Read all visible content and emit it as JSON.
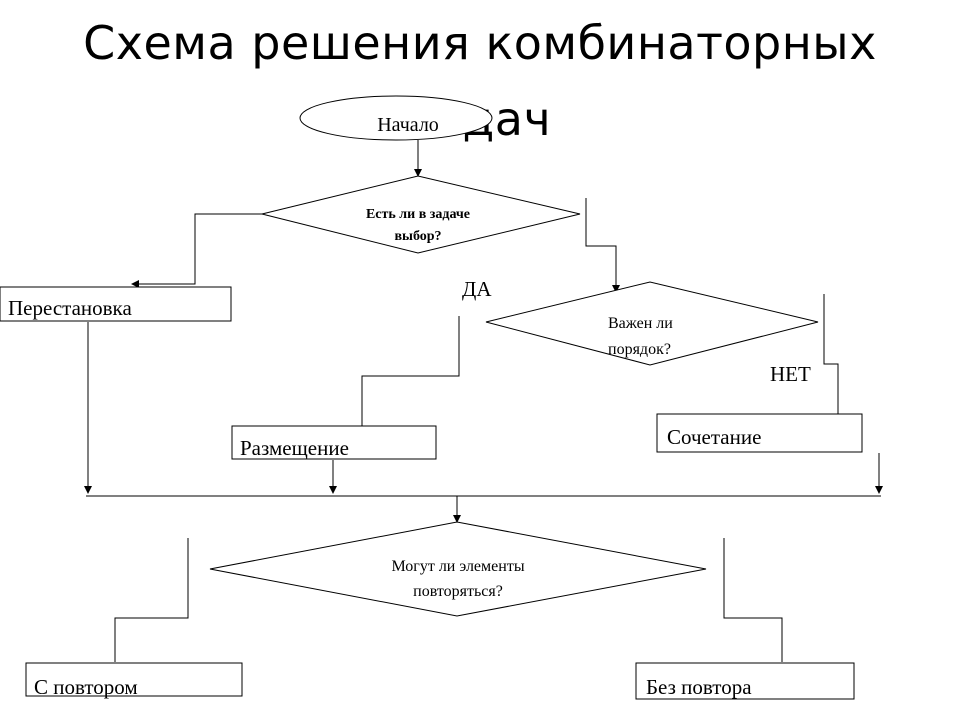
{
  "title": {
    "line1": "Схема решения комбинаторных",
    "line2": "задач"
  },
  "nodes": {
    "start": "Начало",
    "decision_choice": [
      "Есть ли в задаче",
      "выбор?"
    ],
    "permutation": "Перестановка",
    "yes_label": "ДА",
    "decision_order": [
      "Важен ли",
      "порядок?"
    ],
    "no_label": "НЕТ",
    "arrangement": "Размещение",
    "combination": "Сочетание",
    "decision_repeat": [
      "Могут ли элементы",
      "повторяться?"
    ],
    "with_repeat": "С повтором",
    "without_repeat": "Без повтора"
  }
}
